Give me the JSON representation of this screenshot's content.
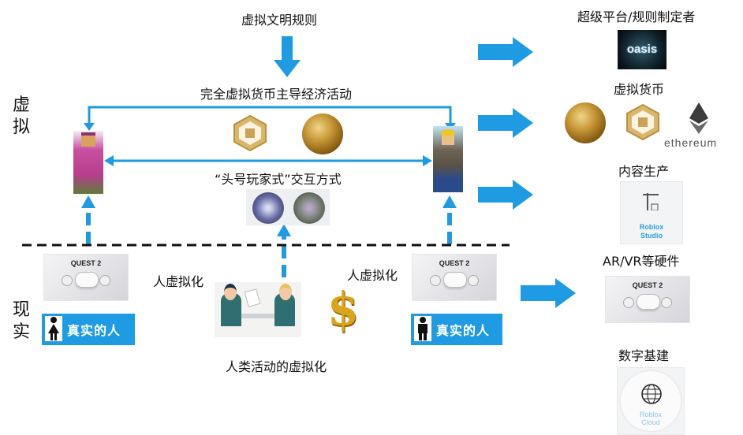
{
  "diagram": {
    "side_labels": {
      "virtual": [
        "虚",
        "拟"
      ],
      "reality": [
        "现",
        "实"
      ]
    },
    "top_rule_label": "虚拟文明规则",
    "economy_label": "完全虚拟货币主导经济活动",
    "interaction_label": "“头号玩家式”交互方式",
    "human_virtualization_left": "人虚拟化",
    "human_virtualization_right": "人虚拟化",
    "activity_virtualization_label": "人类活动的虚拟化",
    "real_person_left": "真实的人",
    "real_person_right": "真实的人",
    "quest_card_title": "QUEST 2",
    "dollar_symbol": "$"
  },
  "right_panel": {
    "platform": {
      "title": "超级平台/规则制定者",
      "logo_text": "oasis"
    },
    "currency": {
      "title": "虚拟货币",
      "ethereum_text": "ethereum"
    },
    "content": {
      "title": "内容生产",
      "tile_line1": "Roblox",
      "tile_line2": "Studio"
    },
    "hardware": {
      "title": "AR/VR等硬件",
      "card_title": "QUEST 2"
    },
    "infrastructure": {
      "title": "数字基建",
      "tile_line1": "Roblox",
      "tile_line2": "Cloud"
    }
  },
  "colors": {
    "arrow_blue": "#1e9be3",
    "divider": "#111111",
    "gold": "#c99a3a"
  }
}
